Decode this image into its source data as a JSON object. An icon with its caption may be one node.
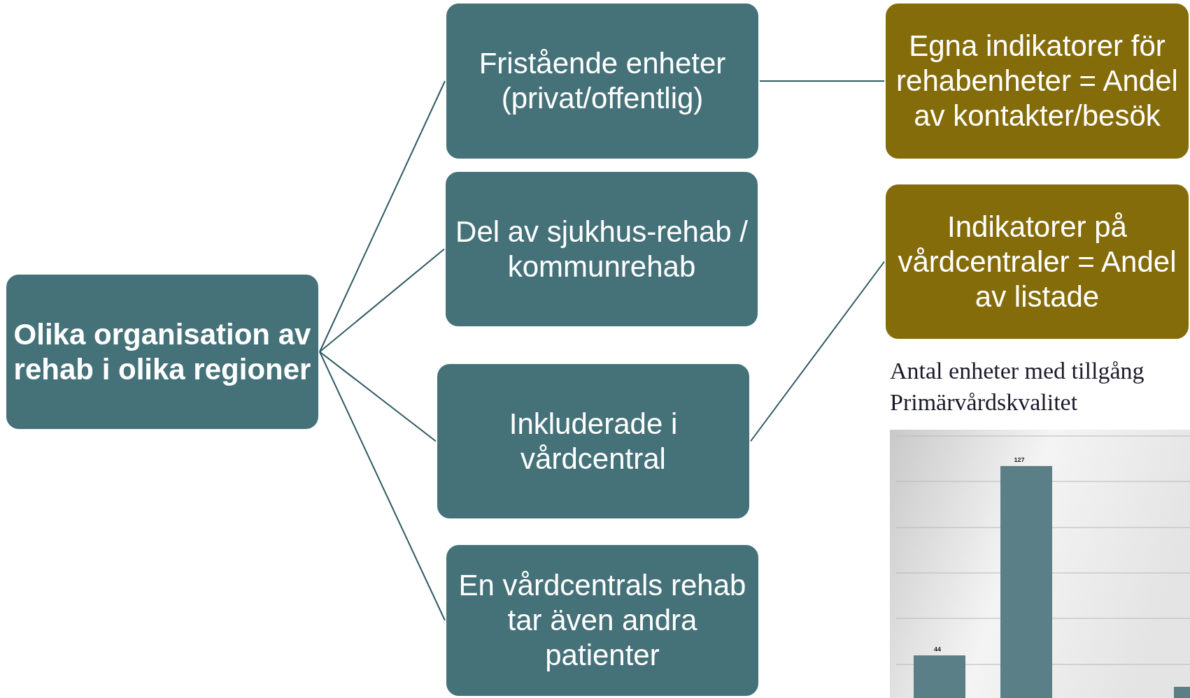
{
  "diagram": {
    "nodes": [
      {
        "text": [
          "Olika organisation av rehab i olika regioner"
        ]
      },
      {
        "text": [
          "Fristående enheter (privat/offentlig)"
        ]
      },
      {
        "text": [
          "Del av sjukhus-rehab / kommunrehab"
        ]
      },
      {
        "text": [
          "Inkluderade i vårdcentral"
        ]
      },
      {
        "text": [
          "En vårdcentrals rehab tar även andra patienter"
        ]
      },
      {
        "text": [
          "Egna indikatorer för rehabenheter = Andel av kontakter/besök"
        ]
      },
      {
        "text": [
          "Indikatorer på vårdcentraler = Andel av listade"
        ]
      }
    ],
    "edges": [
      {
        "from": 0,
        "to": 1,
        "arrow": "none"
      },
      {
        "from": 0,
        "to": 2,
        "arrow": "none"
      },
      {
        "from": 0,
        "to": 3,
        "arrow": "none"
      },
      {
        "from": 0,
        "to": 4,
        "arrow": "none"
      },
      {
        "from": 1,
        "to": 5,
        "arrow": "none"
      },
      {
        "from": 3,
        "to": 6,
        "arrow": "none"
      }
    ],
    "labels": [
      "Antal enheter med tillgång",
      "Primärvårdskvalitet",
      "127",
      "44"
    ]
  }
}
